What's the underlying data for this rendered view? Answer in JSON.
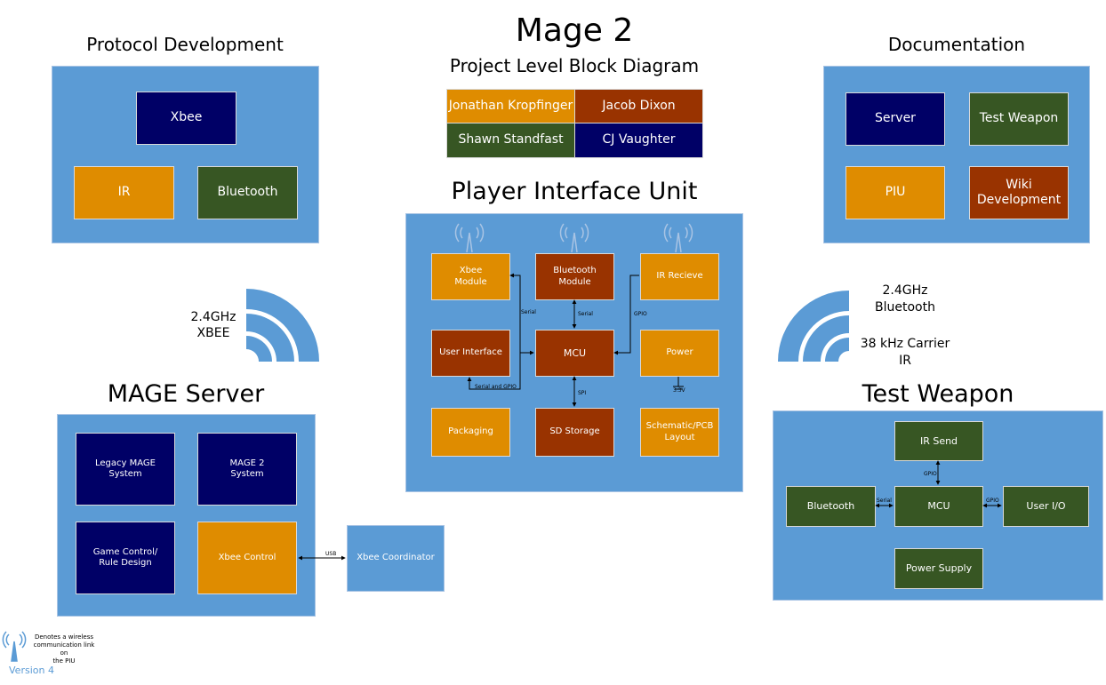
{
  "header": {
    "title": "Mage 2",
    "subtitle": "Project Level Block Diagram"
  },
  "team": {
    "member1": "Jonathan Kropfinger",
    "member2": "Jacob Dixon",
    "member3": "Shawn Standfast",
    "member4": "CJ Vaughter"
  },
  "protocol": {
    "title": "Protocol Development",
    "xbee": "Xbee",
    "ir": "IR",
    "bluetooth": "Bluetooth"
  },
  "documentation": {
    "title": "Documentation",
    "server": "Server",
    "test_weapon": "Test Weapon",
    "piu": "PIU",
    "wiki_1": "Wiki",
    "wiki_2": "Development"
  },
  "piu": {
    "title": "Player Interface Unit",
    "xbee_module_1": "Xbee",
    "xbee_module_2": "Module",
    "bt_module_1": "Bluetooth",
    "bt_module_2": "Module",
    "ir_receive": "IR Recieve",
    "user_interface": "User Interface",
    "mcu": "MCU",
    "power": "Power",
    "packaging": "Packaging",
    "sd_storage": "SD Storage",
    "schematic_1": "Schematic/PCB",
    "schematic_2": "Layout",
    "label_serial_1": "Serial",
    "label_serial_2": "Serial",
    "label_gpio": "GPIO",
    "label_serial_gpio": "Serial and GPIO",
    "label_spi": "SPI",
    "label_33v": "3.3V"
  },
  "wireless_left": {
    "line1": "2.4GHz",
    "line2": "XBEE"
  },
  "wireless_right": {
    "line1": "2.4GHz",
    "line2": "Bluetooth",
    "line3": "38 kHz Carrier",
    "line4": "IR"
  },
  "server": {
    "title": "MAGE Server",
    "legacy_1": "Legacy MAGE",
    "legacy_2": "System",
    "mage2_1": "MAGE 2",
    "mage2_2": "System",
    "game_1": "Game Control/",
    "game_2": "Rule Design",
    "xbee_control": "Xbee Control",
    "coordinator": "Xbee Coordinator",
    "label_usb": "USB"
  },
  "weapon": {
    "title": "Test Weapon",
    "ir_send": "IR Send",
    "bluetooth": "Bluetooth",
    "mcu": "MCU",
    "user_io": "User I/O",
    "power_supply": "Power Supply",
    "label_gpio_1": "GPIO",
    "label_serial": "Serial",
    "label_gpio_2": "GPIO"
  },
  "legend": {
    "line1": "Denotes a wireless",
    "line2": "communication link on",
    "line3": "the PIU",
    "icon": "antenna-icon"
  },
  "version": "Version 4",
  "colors": {
    "panel": "#5b9bd5",
    "orange": "#df8c00",
    "navy": "#000066",
    "green": "#375623",
    "brown": "#993300"
  }
}
